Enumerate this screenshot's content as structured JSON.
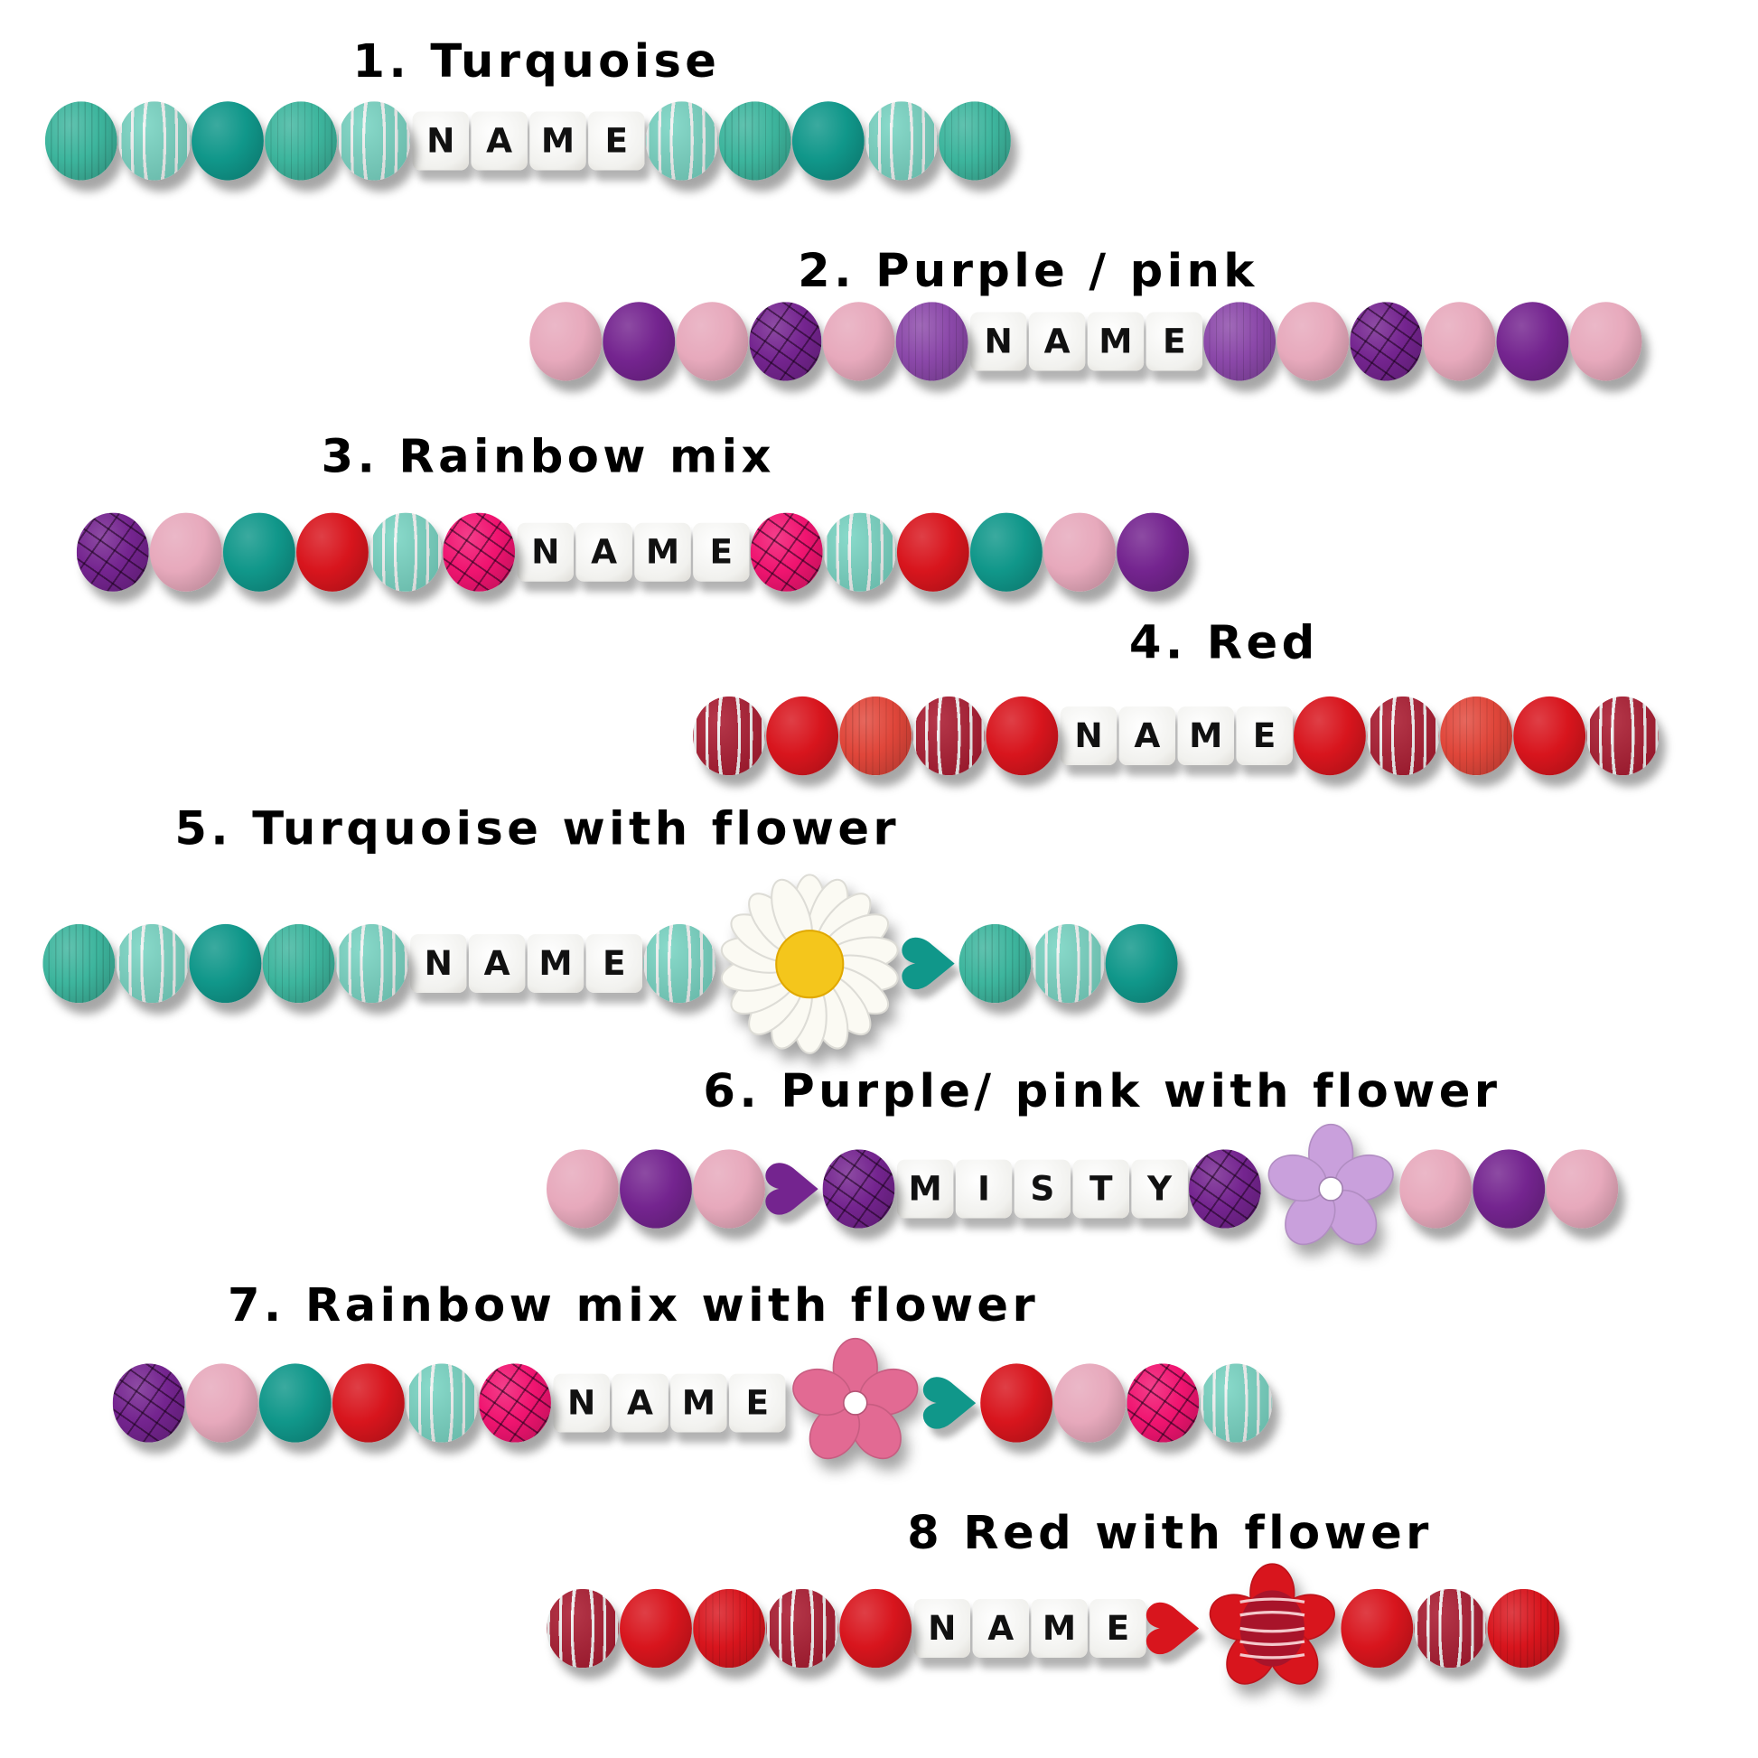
{
  "colors": {
    "turquoise": "#3db59d",
    "turquoise_light": "#74d3c1",
    "teal": "#10978a",
    "pink": "#e7a9bc",
    "purple": "#74248f",
    "purple_ribbed": "#8b48a9",
    "red": "#d8151d",
    "red_dark": "#a8142a",
    "coral": "#e0463a",
    "hotpink": "#f01470",
    "lilac": "#c9a0dc",
    "flower_pink": "#e26a93",
    "daisy_center": "#f4c61c"
  },
  "bracelets": [
    {
      "title": "1. Turquoise",
      "items": [
        {
          "type": "ribbed",
          "color": "turquoise"
        },
        {
          "type": "striped",
          "color": "turquoise_light"
        },
        {
          "type": "solid",
          "color": "teal"
        },
        {
          "type": "ribbed",
          "color": "turquoise"
        },
        {
          "type": "striped",
          "color": "turquoise_light"
        },
        {
          "type": "letter",
          "char": "N"
        },
        {
          "type": "letter",
          "char": "A"
        },
        {
          "type": "letter",
          "char": "M"
        },
        {
          "type": "letter",
          "char": "E"
        },
        {
          "type": "striped",
          "color": "turquoise_light"
        },
        {
          "type": "ribbed",
          "color": "turquoise"
        },
        {
          "type": "solid",
          "color": "teal"
        },
        {
          "type": "striped",
          "color": "turquoise_light"
        },
        {
          "type": "ribbed",
          "color": "turquoise"
        }
      ]
    },
    {
      "title": "2. Purple / pink",
      "items": [
        {
          "type": "solid",
          "color": "pink"
        },
        {
          "type": "solid",
          "color": "purple"
        },
        {
          "type": "solid",
          "color": "pink"
        },
        {
          "type": "crackle",
          "color": "purple"
        },
        {
          "type": "solid",
          "color": "pink"
        },
        {
          "type": "ribbed",
          "color": "purple_ribbed"
        },
        {
          "type": "letter",
          "char": "N"
        },
        {
          "type": "letter",
          "char": "A"
        },
        {
          "type": "letter",
          "char": "M"
        },
        {
          "type": "letter",
          "char": "E"
        },
        {
          "type": "ribbed",
          "color": "purple_ribbed"
        },
        {
          "type": "solid",
          "color": "pink"
        },
        {
          "type": "crackle",
          "color": "purple"
        },
        {
          "type": "solid",
          "color": "pink"
        },
        {
          "type": "solid",
          "color": "purple"
        },
        {
          "type": "solid",
          "color": "pink"
        }
      ]
    },
    {
      "title": "3. Rainbow mix",
      "items": [
        {
          "type": "crackle",
          "color": "purple"
        },
        {
          "type": "solid",
          "color": "pink"
        },
        {
          "type": "solid",
          "color": "teal"
        },
        {
          "type": "solid",
          "color": "red"
        },
        {
          "type": "striped",
          "color": "turquoise_light"
        },
        {
          "type": "crackle",
          "color": "hotpink"
        },
        {
          "type": "letter",
          "char": "N"
        },
        {
          "type": "letter",
          "char": "A"
        },
        {
          "type": "letter",
          "char": "M"
        },
        {
          "type": "letter",
          "char": "E"
        },
        {
          "type": "crackle",
          "color": "hotpink"
        },
        {
          "type": "striped",
          "color": "turquoise_light"
        },
        {
          "type": "solid",
          "color": "red"
        },
        {
          "type": "solid",
          "color": "teal"
        },
        {
          "type": "solid",
          "color": "pink"
        },
        {
          "type": "solid",
          "color": "purple"
        }
      ]
    },
    {
      "title": "4. Red",
      "items": [
        {
          "type": "striped",
          "color": "red_dark"
        },
        {
          "type": "solid",
          "color": "red"
        },
        {
          "type": "ribbed",
          "color": "coral"
        },
        {
          "type": "striped",
          "color": "red_dark"
        },
        {
          "type": "solid",
          "color": "red"
        },
        {
          "type": "letter",
          "char": "N"
        },
        {
          "type": "letter",
          "char": "A"
        },
        {
          "type": "letter",
          "char": "M"
        },
        {
          "type": "letter",
          "char": "E"
        },
        {
          "type": "solid",
          "color": "red"
        },
        {
          "type": "striped",
          "color": "red_dark"
        },
        {
          "type": "ribbed",
          "color": "coral"
        },
        {
          "type": "solid",
          "color": "red"
        },
        {
          "type": "striped",
          "color": "red_dark"
        }
      ]
    },
    {
      "title": "5. Turquoise with flower",
      "items": [
        {
          "type": "ribbed",
          "color": "turquoise"
        },
        {
          "type": "striped",
          "color": "turquoise_light"
        },
        {
          "type": "solid",
          "color": "teal"
        },
        {
          "type": "ribbed",
          "color": "turquoise"
        },
        {
          "type": "striped",
          "color": "turquoise_light"
        },
        {
          "type": "letter",
          "char": "N"
        },
        {
          "type": "letter",
          "char": "A"
        },
        {
          "type": "letter",
          "char": "M"
        },
        {
          "type": "letter",
          "char": "E"
        },
        {
          "type": "striped",
          "color": "turquoise_light"
        },
        {
          "type": "daisy",
          "color": "daisy_center"
        },
        {
          "type": "heart",
          "color": "teal"
        },
        {
          "type": "ribbed",
          "color": "turquoise"
        },
        {
          "type": "striped",
          "color": "turquoise_light"
        },
        {
          "type": "solid",
          "color": "teal"
        }
      ]
    },
    {
      "title": "6. Purple/ pink with flower",
      "items": [
        {
          "type": "solid",
          "color": "pink"
        },
        {
          "type": "solid",
          "color": "purple"
        },
        {
          "type": "solid",
          "color": "pink"
        },
        {
          "type": "heart",
          "color": "purple"
        },
        {
          "type": "crackle",
          "color": "purple"
        },
        {
          "type": "letter",
          "char": "M"
        },
        {
          "type": "letter",
          "char": "I"
        },
        {
          "type": "letter",
          "char": "S"
        },
        {
          "type": "letter",
          "char": "T"
        },
        {
          "type": "letter",
          "char": "Y"
        },
        {
          "type": "crackle",
          "color": "purple"
        },
        {
          "type": "flower",
          "color": "lilac"
        },
        {
          "type": "solid",
          "color": "pink"
        },
        {
          "type": "solid",
          "color": "purple"
        },
        {
          "type": "solid",
          "color": "pink"
        }
      ]
    },
    {
      "title": "7. Rainbow mix with flower",
      "items": [
        {
          "type": "crackle",
          "color": "purple"
        },
        {
          "type": "solid",
          "color": "pink"
        },
        {
          "type": "solid",
          "color": "teal"
        },
        {
          "type": "solid",
          "color": "red"
        },
        {
          "type": "striped",
          "color": "turquoise_light"
        },
        {
          "type": "crackle",
          "color": "hotpink"
        },
        {
          "type": "letter",
          "char": "N"
        },
        {
          "type": "letter",
          "char": "A"
        },
        {
          "type": "letter",
          "char": "M"
        },
        {
          "type": "letter",
          "char": "E"
        },
        {
          "type": "flower",
          "color": "flower_pink"
        },
        {
          "type": "heart",
          "color": "teal"
        },
        {
          "type": "solid",
          "color": "red"
        },
        {
          "type": "solid",
          "color": "pink"
        },
        {
          "type": "crackle",
          "color": "hotpink"
        },
        {
          "type": "striped",
          "color": "turquoise_light"
        }
      ]
    },
    {
      "title": "8 Red with flower",
      "items": [
        {
          "type": "striped",
          "color": "red_dark"
        },
        {
          "type": "solid",
          "color": "red"
        },
        {
          "type": "ribbed",
          "color": "red"
        },
        {
          "type": "striped",
          "color": "red_dark"
        },
        {
          "type": "solid",
          "color": "red"
        },
        {
          "type": "letter",
          "char": "N"
        },
        {
          "type": "letter",
          "char": "A"
        },
        {
          "type": "letter",
          "char": "M"
        },
        {
          "type": "letter",
          "char": "E"
        },
        {
          "type": "heart",
          "color": "red"
        },
        {
          "type": "flower-striped",
          "color": "red"
        },
        {
          "type": "solid",
          "color": "red"
        },
        {
          "type": "striped",
          "color": "red_dark"
        },
        {
          "type": "ribbed",
          "color": "red"
        }
      ]
    }
  ]
}
